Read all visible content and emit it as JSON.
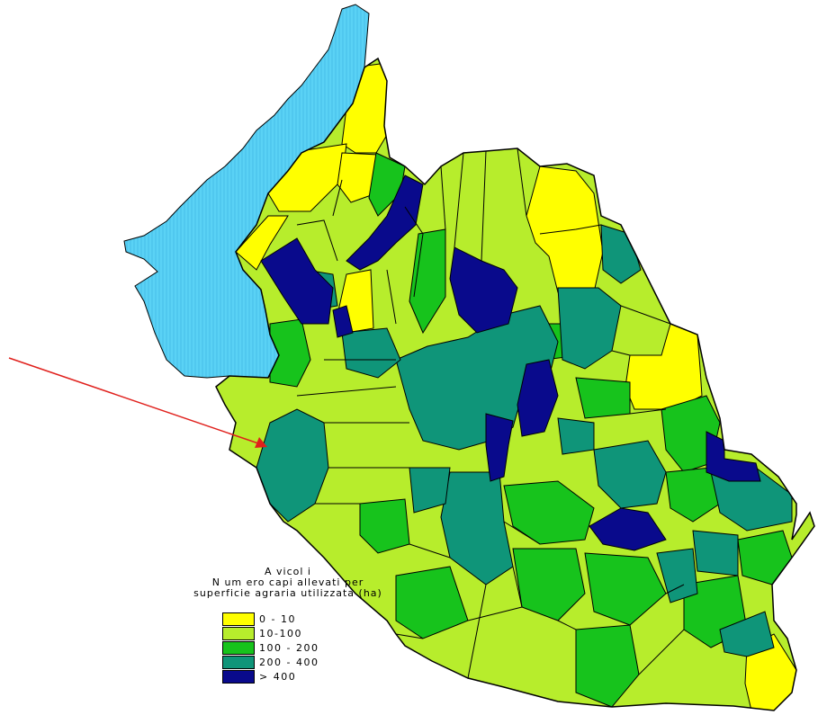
{
  "title_lines": [
    "A vicol i",
    "N um ero capi allevati per",
    "superficie agraria utilizzata (ha)"
  ],
  "legend": [
    {
      "label": "0 - 10",
      "color": "#ffff00"
    },
    {
      "label": "10-100",
      "color": "#b7ed2c"
    },
    {
      "label": "100 - 200",
      "color": "#17c31c"
    },
    {
      "label": "200 - 400",
      "color": "#0f9579"
    },
    {
      "label": "> 400",
      "color": "#090a8c"
    }
  ],
  "colors": {
    "water": "#5ad2f5",
    "arrow": "#e0201c",
    "border": "#000000"
  }
}
